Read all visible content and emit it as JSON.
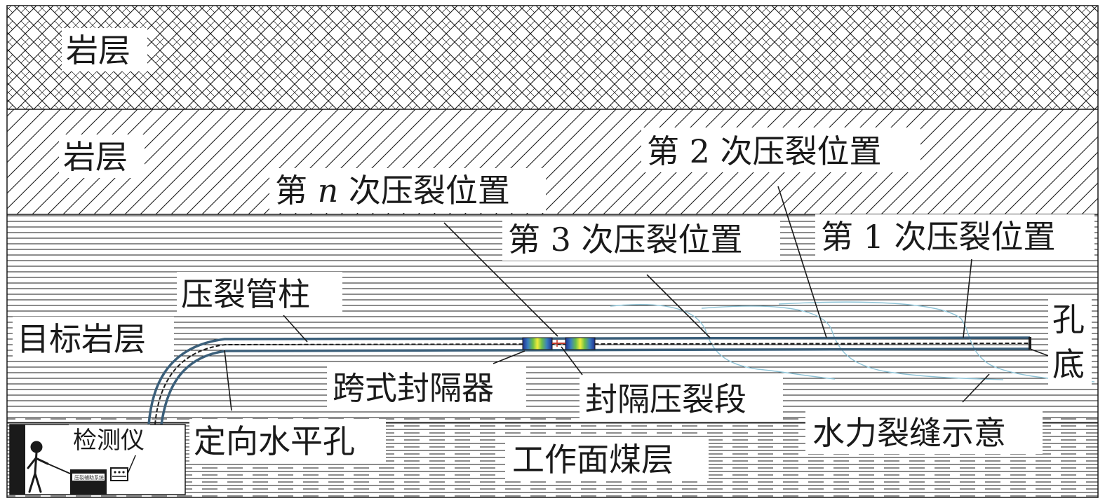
{
  "strata": {
    "rock_top": "岩层",
    "rock_middle": "岩层",
    "target": "目标岩层",
    "coal_seam": "工作面煤层"
  },
  "labels": {
    "frac_pos_n": {
      "prefix": "第 ",
      "index": "n",
      "suffix": " 次压裂位置"
    },
    "frac_pos_2": "第 2 次压裂位置",
    "frac_pos_3": "第 3 次压裂位置",
    "frac_pos_1": "第 1 次压裂位置",
    "frac_string": "压裂管柱",
    "straddle_packer": "跨式封隔器",
    "sealed_segment": "封隔压裂段",
    "directional_hole": "定向水平孔",
    "hydraulic_fracture": "水力裂缝示意",
    "detector": "检测仪",
    "hole_bottom_1": "孔",
    "hole_bottom_2": "底",
    "device_plate": "压裂辅助系统"
  },
  "colors": {
    "line": "#1a1a1a",
    "pipe_outline": "#3b5f7a",
    "fracture": "#8ec3d6",
    "packer_blue": "#1f2f8f",
    "packer_yellow": "#f2ee3a",
    "packer_green": "#6bbf4a",
    "ground_dark": "#1a1a1a"
  }
}
